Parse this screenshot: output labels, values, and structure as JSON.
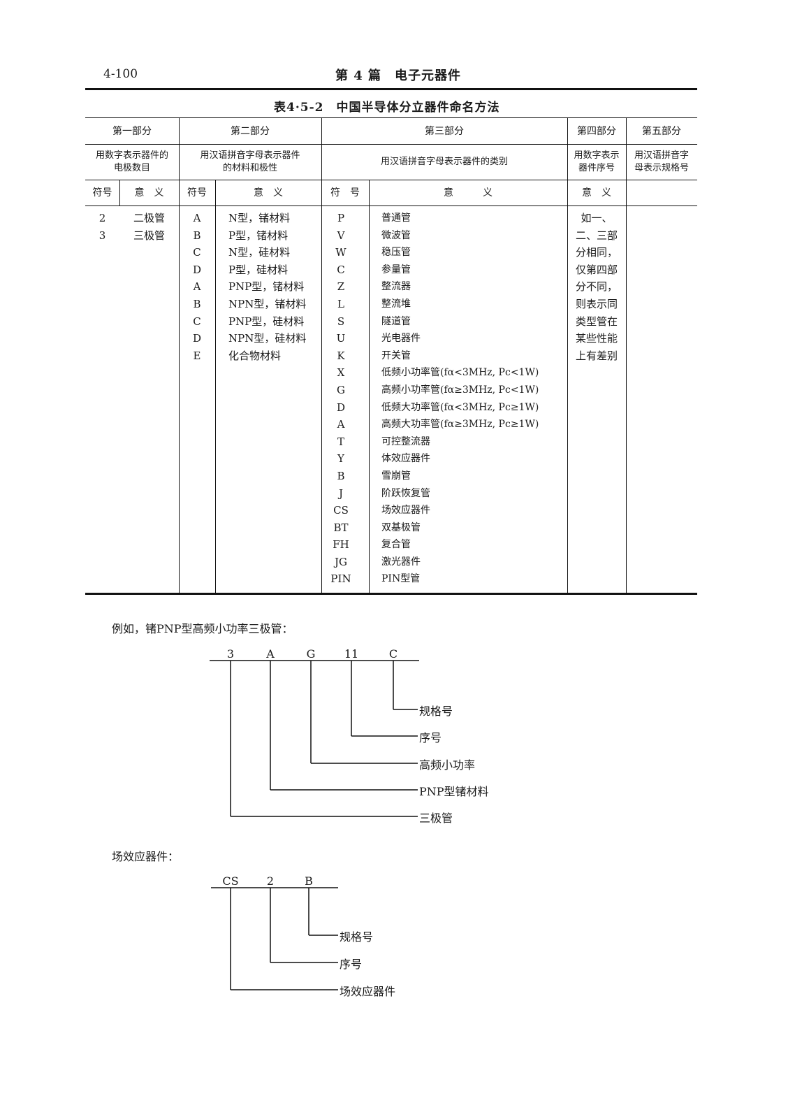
{
  "page_header": {
    "page_number": "4-100",
    "section": "第 4 篇　电子元器件"
  },
  "table": {
    "title": "表4·5-2　中国半导体分立器件命名方法",
    "parts": [
      "第一部分",
      "第二部分",
      "第三部分",
      "第四部分",
      "第五部分"
    ],
    "descriptions": [
      "用数字表示器件的\n电极数目",
      "用汉语拼音字母表示器件\n的材料和极性",
      "用汉语拼音字母表示器件的类别",
      "用数字表示\n器件序号",
      "用汉语拼音字\n母表示规格号"
    ],
    "sub_headers": {
      "p1_symbol": "符号",
      "p1_meaning": "意　义",
      "p2_symbol": "符号",
      "p2_meaning": "意　义",
      "p3_symbol": "符　号",
      "p3_meaning": "意　　　义",
      "p4_meaning": "意　义"
    },
    "part1": {
      "symbols": "2\n3",
      "meanings": "二极管\n三极管"
    },
    "part2": {
      "symbols": "A\nB\nC\nD\nA\nB\nC\nD\nE",
      "meanings": "N型，锗材料\nP型，锗材料\nN型，硅材料\nP型，硅材料\nPNP型，锗材料\nNPN型，锗材料\nPNP型，硅材料\nNPN型，硅材料\n化合物材料"
    },
    "part3": {
      "symbols": "P\nV\nW\nC\nZ\nL\nS\nU\nK\nX\nG\nD\nA\nT\nY\nB\nJ\nCS\nBT\nFH\nJG\nPIN",
      "meanings": "普通管\n微波管\n稳压管\n参量管\n整流器\n整流堆\n隧道管\n光电器件\n开关管\n低频小功率管(fα<3MHz, Pc<1W)\n高频小功率管(fα≥3MHz, Pc<1W)\n低频大功率管(fα<3MHz, Pc≥1W)\n高频大功率管(fα≥3MHz, Pc≥1W)\n可控整流器\n体效应器件\n雪崩管\n阶跃恢复管\n场效应器件\n双基极管\n复合管\n激光器件\nPIN型管"
    },
    "part4": {
      "note": "如一、\n二、三部\n分相同，\n仅第四部\n分不同，\n则表示同\n类型管在\n某些性能\n上有差别"
    }
  },
  "example1": {
    "intro": "例如，锗PNP型高频小功率三极管：",
    "codes": [
      "3",
      "A",
      "G",
      "11",
      "C"
    ],
    "labels": [
      "规格号",
      "序号",
      "高频小功率",
      "PNP型锗材料",
      "三极管"
    ]
  },
  "example2": {
    "intro": "场效应器件：",
    "codes": [
      "CS",
      "2",
      "B"
    ],
    "labels": [
      "规格号",
      "序号",
      "场效应器件"
    ]
  }
}
